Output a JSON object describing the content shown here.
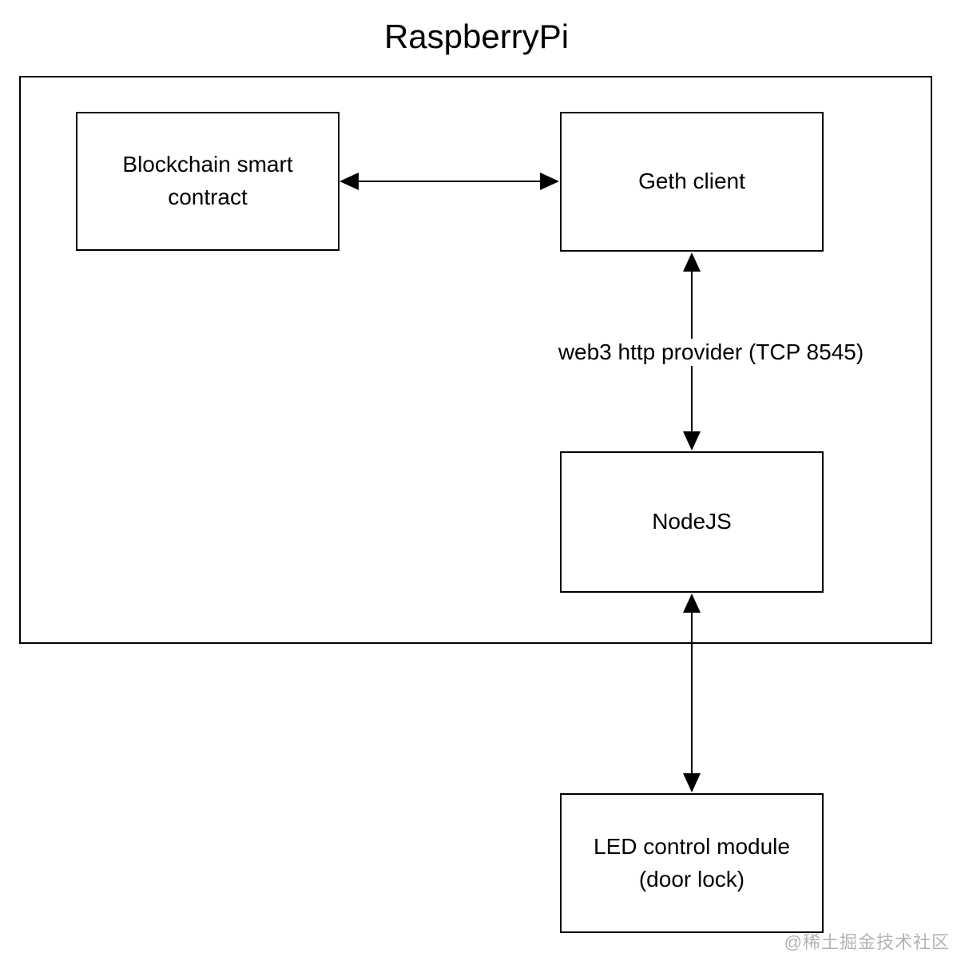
{
  "diagram": {
    "title": "RaspberryPi",
    "nodes": {
      "blockchain": {
        "lines": [
          "Blockchain smart",
          "contract"
        ]
      },
      "geth": {
        "lines": [
          "Geth client"
        ]
      },
      "nodejs": {
        "lines": [
          "NodeJS"
        ]
      },
      "led": {
        "lines": [
          "LED control module",
          "(door lock)"
        ]
      }
    },
    "edges": {
      "blockchain_geth": {
        "type": "bidirectional-horizontal",
        "label": ""
      },
      "geth_nodejs": {
        "type": "bidirectional-vertical",
        "label": "web3 http provider (TCP 8545)"
      },
      "nodejs_led": {
        "type": "bidirectional-vertical",
        "label": ""
      }
    },
    "watermark": "@稀土掘金技术社区",
    "colors": {
      "line": "#000000",
      "background": "#ffffff",
      "watermark": "#b3b3b3"
    }
  }
}
